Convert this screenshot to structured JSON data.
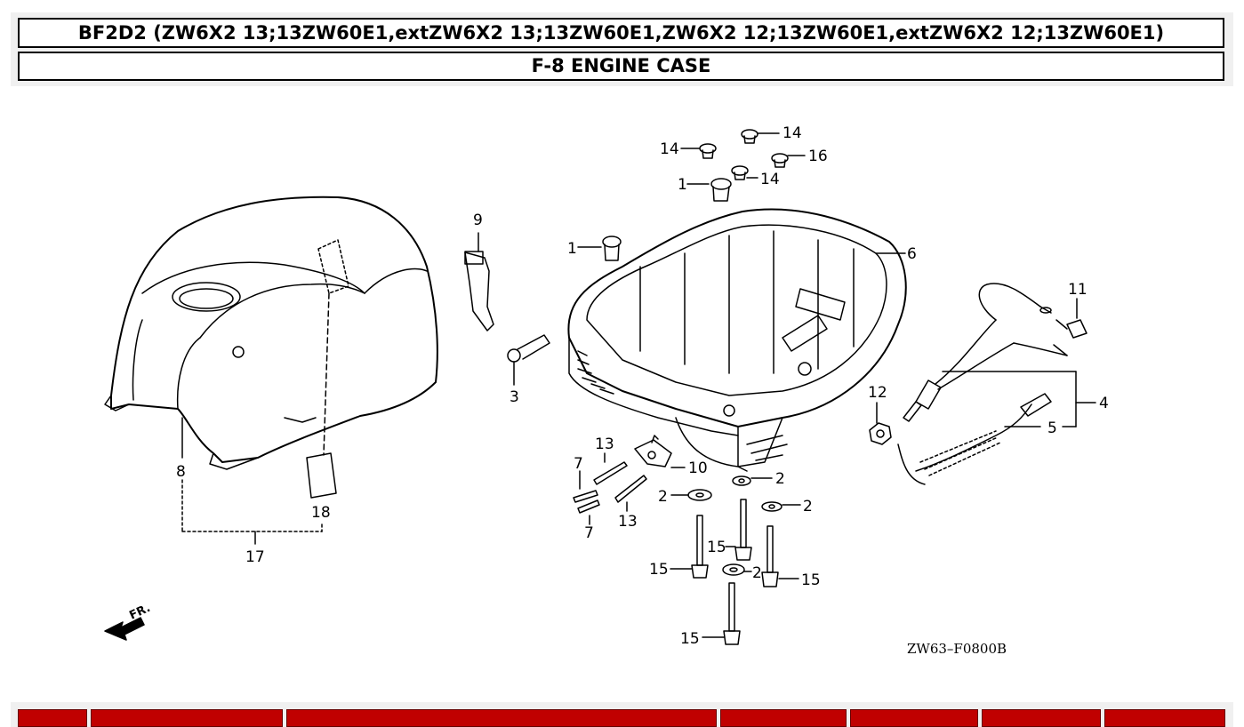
{
  "header": {
    "model_title": "BF2D2 (ZW6X2 13;13ZW60E1,extZW6X2 13;13ZW60E1,ZW6X2 12;13ZW60E1,extZW6X2 12;13ZW60E1)",
    "section_title": "F-8 ENGINE CASE"
  },
  "diagram": {
    "code": "ZW63–F0800B",
    "front_label": "FR.",
    "callouts": {
      "c1": "1",
      "c2": "2",
      "c3": "3",
      "c4": "4",
      "c5": "5",
      "c6": "6",
      "c7": "7",
      "c8": "8",
      "c9": "9",
      "c10": "10",
      "c11": "11",
      "c12": "12",
      "c13": "13",
      "c14": "14",
      "c15": "15",
      "c16": "16",
      "c17": "17",
      "c18": "18"
    }
  },
  "table": {
    "headers": [
      "",
      "",
      "",
      "",
      "",
      "",
      ""
    ]
  },
  "colors": {
    "table_header": "#c00000",
    "band": "#f0f0f0"
  }
}
